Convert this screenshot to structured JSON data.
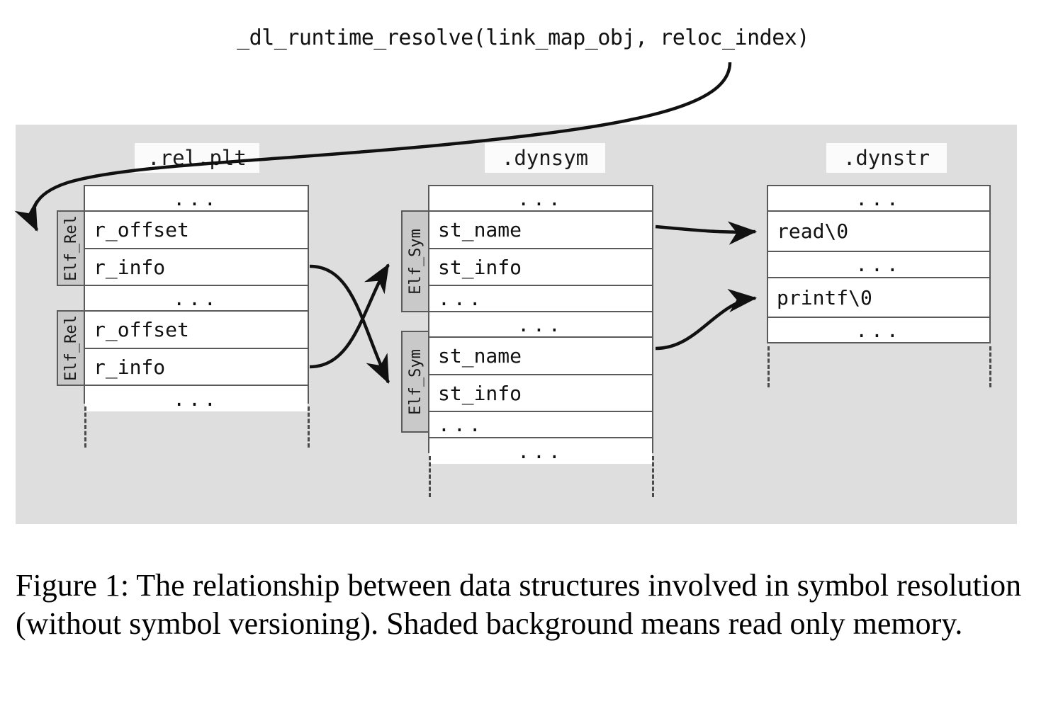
{
  "figure": {
    "call_signature": "_dl_runtime_resolve(link_map_obj, reloc_index)",
    "caption": "Figure 1: The relationship between data structures involved in symbol resolution (without symbol versioning). Shaded background means read only memory.",
    "colors": {
      "shaded_background": "#dedede",
      "struct_tab_fill": "#c9c9c9",
      "table_border": "#5a5a5a",
      "table_fill": "#ffffff",
      "arrow_stroke": "#111111",
      "text": "#111111"
    },
    "shaded_region_meaning": "read only memory"
  },
  "sections": {
    "rel_plt": {
      "label": ".rel.plt",
      "rows": [
        {
          "text": "...",
          "align": "center"
        },
        {
          "text": "r_offset",
          "align": "left"
        },
        {
          "text": "r_info",
          "align": "left"
        },
        {
          "text": "...",
          "align": "center"
        },
        {
          "text": "r_offset",
          "align": "left"
        },
        {
          "text": "r_info",
          "align": "left"
        },
        {
          "text": "...",
          "align": "center"
        }
      ],
      "tabs": [
        {
          "label": "Elf_Rel"
        },
        {
          "label": "Elf_Rel"
        }
      ]
    },
    "dynsym": {
      "label": ".dynsym",
      "rows": [
        {
          "text": "...",
          "align": "center"
        },
        {
          "text": "st_name",
          "align": "left"
        },
        {
          "text": "st_info",
          "align": "left"
        },
        {
          "text": "...",
          "align": "left"
        },
        {
          "text": "...",
          "align": "center"
        },
        {
          "text": "st_name",
          "align": "left"
        },
        {
          "text": "st_info",
          "align": "left"
        },
        {
          "text": "...",
          "align": "left"
        },
        {
          "text": "...",
          "align": "center"
        }
      ],
      "tabs": [
        {
          "label": "Elf_Sym"
        },
        {
          "label": "Elf_Sym"
        }
      ]
    },
    "dynstr": {
      "label": ".dynstr",
      "rows": [
        {
          "text": "...",
          "align": "center"
        },
        {
          "text": "read\\0",
          "align": "left"
        },
        {
          "text": "...",
          "align": "center"
        },
        {
          "text": "printf\\0",
          "align": "left"
        },
        {
          "text": "...",
          "align": "center"
        }
      ],
      "tabs": []
    }
  },
  "arrows": [
    {
      "name": "resolve-call-to-first-elf-rel",
      "from": "_dl_runtime_resolve(link_map_obj, reloc_index)",
      "to": "Elf_Rel (first)"
    },
    {
      "name": "r-info-1-to-elf-sym-2",
      "from": ".rel.plt r_info (first)",
      "to": ".dynsym Elf_Sym (second)"
    },
    {
      "name": "r-info-2-to-elf-sym-1",
      "from": ".rel.plt r_info (second)",
      "to": ".dynsym Elf_Sym (first)"
    },
    {
      "name": "st-name-1-to-read",
      "from": ".dynsym st_name (first)",
      "to": ".dynstr read\\0"
    },
    {
      "name": "st-name-2-to-printf",
      "from": ".dynsym st_name (second)",
      "to": ".dynstr printf\\0"
    }
  ]
}
